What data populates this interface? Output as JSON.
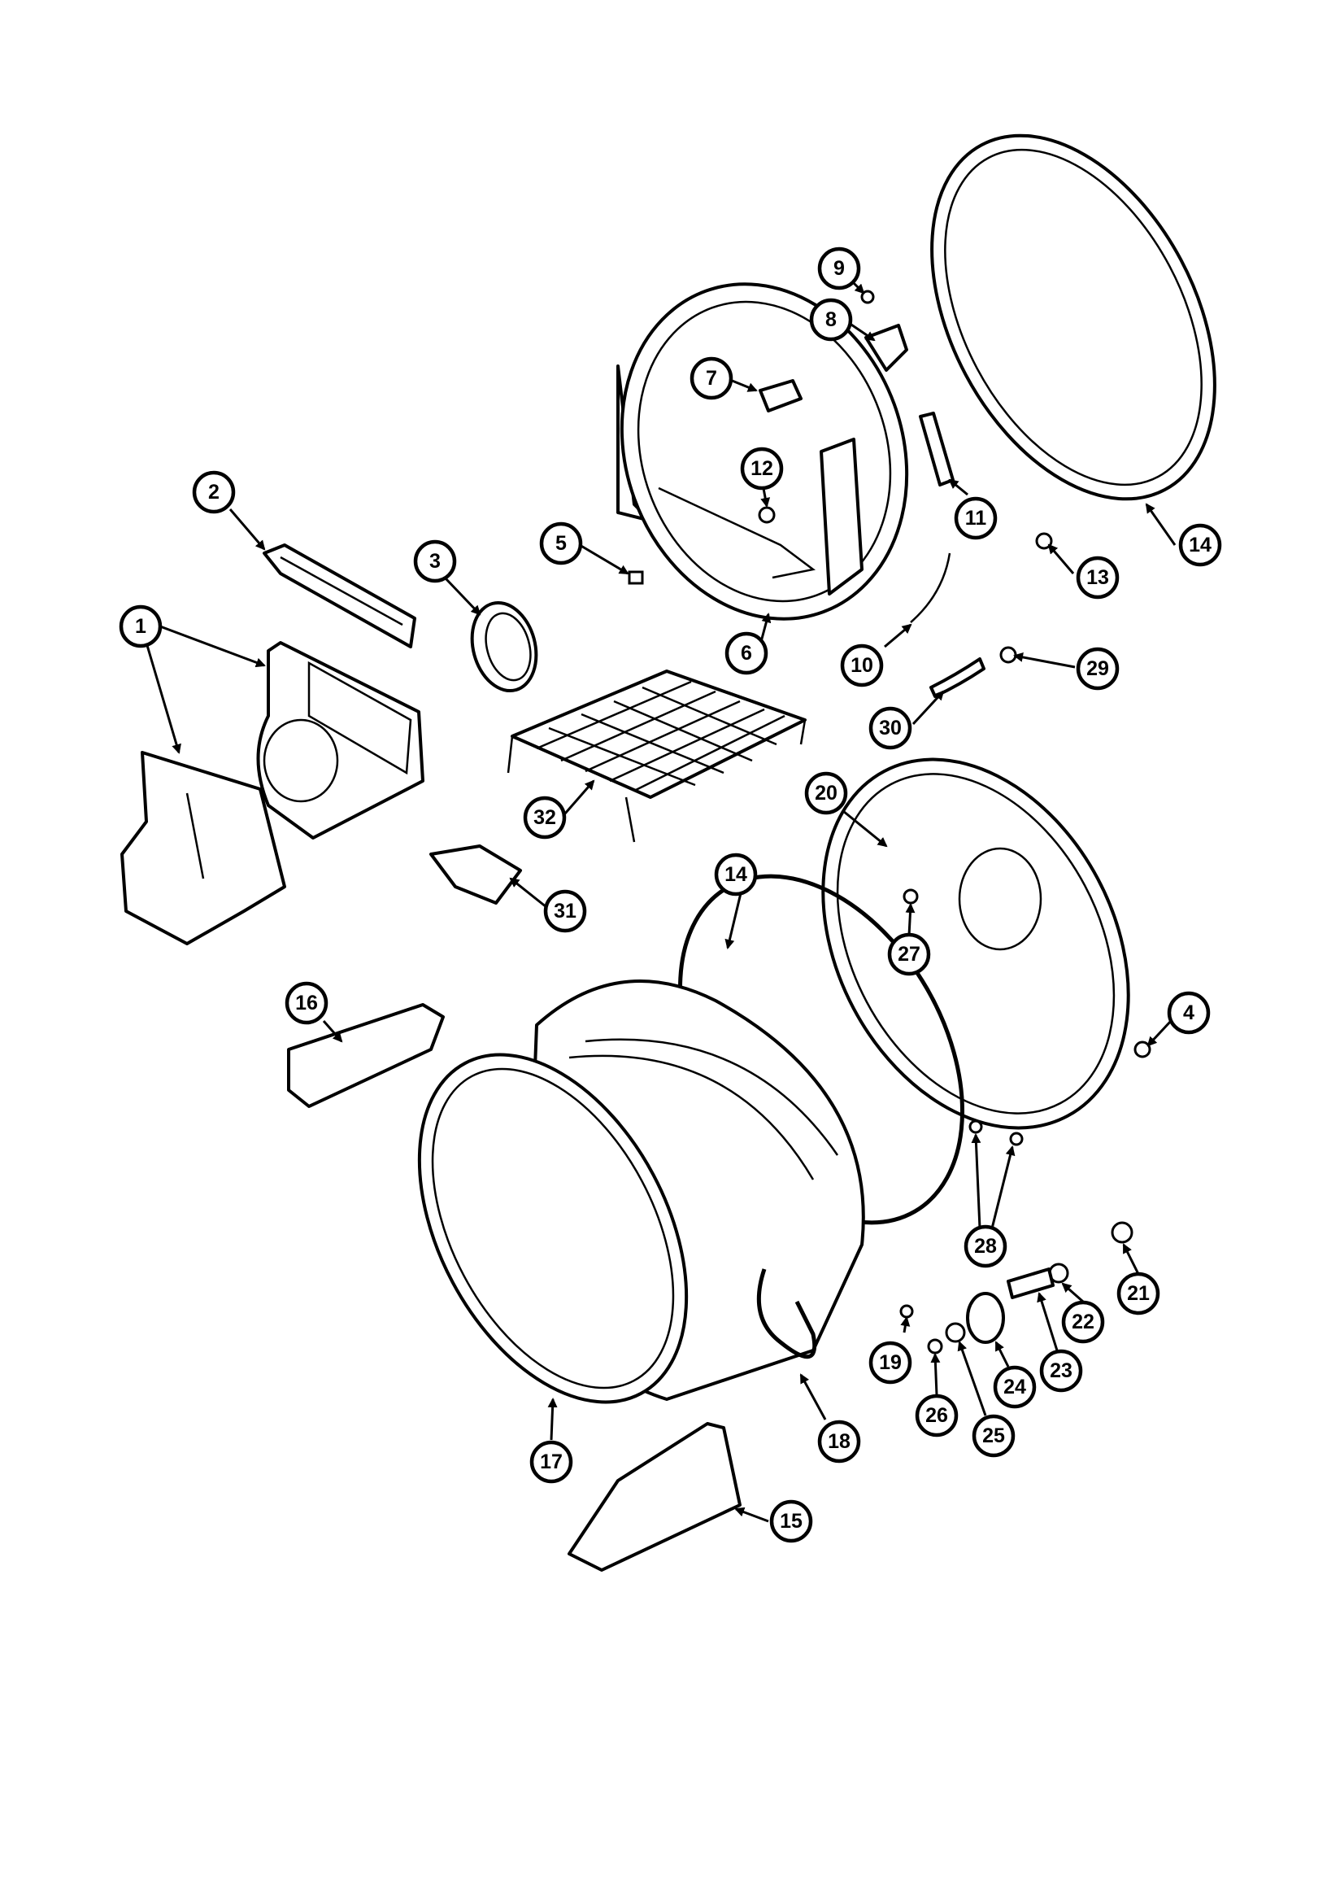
{
  "callouts": [
    {
      "id": "c1",
      "label": "1"
    },
    {
      "id": "c2",
      "label": "2"
    },
    {
      "id": "c3",
      "label": "3"
    },
    {
      "id": "c4",
      "label": "4"
    },
    {
      "id": "c5",
      "label": "5"
    },
    {
      "id": "c6",
      "label": "6"
    },
    {
      "id": "c7",
      "label": "7"
    },
    {
      "id": "c8",
      "label": "8"
    },
    {
      "id": "c9",
      "label": "9"
    },
    {
      "id": "c10",
      "label": "10"
    },
    {
      "id": "c11",
      "label": "11"
    },
    {
      "id": "c12",
      "label": "12"
    },
    {
      "id": "c13",
      "label": "13"
    },
    {
      "id": "c14a",
      "label": "14"
    },
    {
      "id": "c14b",
      "label": "14"
    },
    {
      "id": "c15",
      "label": "15"
    },
    {
      "id": "c16",
      "label": "16"
    },
    {
      "id": "c17",
      "label": "17"
    },
    {
      "id": "c18",
      "label": "18"
    },
    {
      "id": "c19",
      "label": "19"
    },
    {
      "id": "c20",
      "label": "20"
    },
    {
      "id": "c21",
      "label": "21"
    },
    {
      "id": "c22",
      "label": "22"
    },
    {
      "id": "c23",
      "label": "23"
    },
    {
      "id": "c24",
      "label": "24"
    },
    {
      "id": "c25",
      "label": "25"
    },
    {
      "id": "c26",
      "label": "26"
    },
    {
      "id": "c27",
      "label": "27"
    },
    {
      "id": "c28",
      "label": "28"
    },
    {
      "id": "c29",
      "label": "29"
    },
    {
      "id": "c30",
      "label": "30"
    },
    {
      "id": "c31",
      "label": "31"
    },
    {
      "id": "c32",
      "label": "32"
    }
  ]
}
